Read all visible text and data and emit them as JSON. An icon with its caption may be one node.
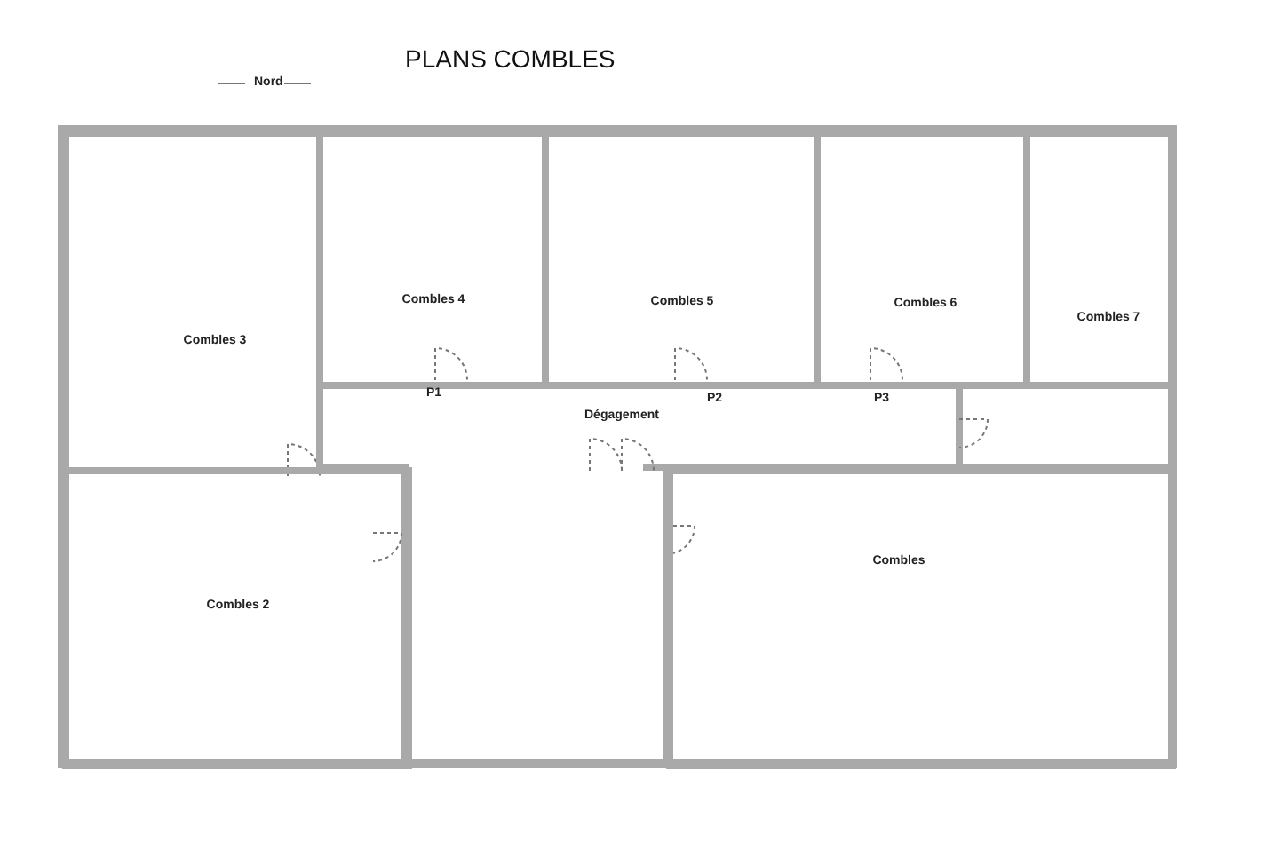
{
  "diagram": {
    "title": "PLANS COMBLES",
    "nodes": [
      {
        "text": [
          "Combles 3"
        ]
      },
      {
        "text": [
          "Combles 4"
        ]
      },
      {
        "text": [
          "Combles 5"
        ]
      },
      {
        "text": [
          "Combles 6"
        ]
      },
      {
        "text": [
          "Combles 7"
        ]
      },
      {
        "text": [
          "Dégagement"
        ]
      },
      {
        "text": [
          "Combles 2"
        ]
      },
      {
        "text": [
          "Combles"
        ]
      }
    ],
    "labels": [
      "Nord",
      "P1",
      "P2",
      "P3"
    ]
  }
}
